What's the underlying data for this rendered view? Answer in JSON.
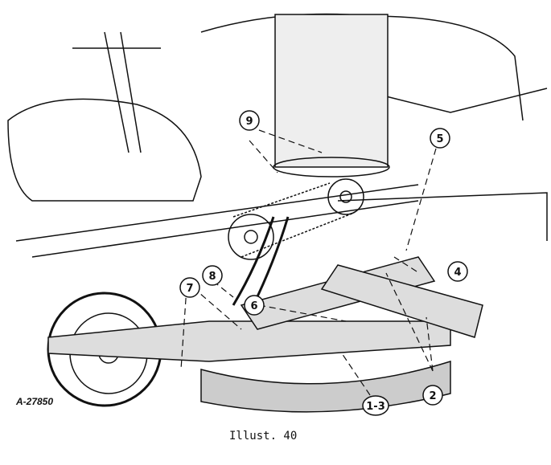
{
  "figure": {
    "id_label": "A-27850",
    "caption": "Illust. 40",
    "callouts": {
      "c9": "9",
      "c5": "5",
      "c4": "4",
      "c8": "8",
      "c7": "7",
      "c6": "6",
      "c13": "1-3",
      "c2": "2"
    }
  }
}
